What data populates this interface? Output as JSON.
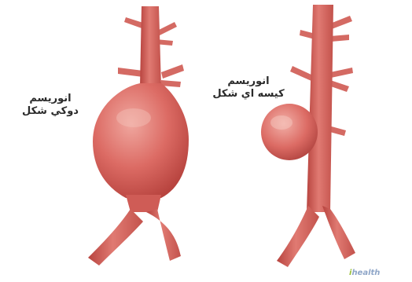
{
  "labels": {
    "fusiform": {
      "line1": "انوريسم",
      "line2": "دوكي شكل"
    },
    "saccular": {
      "line1": "انوريسم",
      "line2": "كيسه اي شكل"
    }
  },
  "watermark": {
    "prefix": "i",
    "text": "health"
  },
  "colors": {
    "vessel": "#d9645f",
    "vessel_dark": "#b8443f",
    "vessel_light": "#f0a8a0",
    "background": "#ffffff"
  }
}
